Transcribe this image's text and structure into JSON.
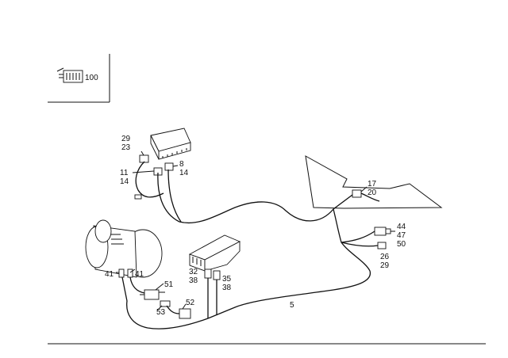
{
  "callouts": {
    "c100": "100",
    "c29": "29",
    "c23": "23",
    "c8": "8",
    "c14a": "14",
    "c11": "11",
    "c14b": "14",
    "c17": "17",
    "c20": "20",
    "c44": "44",
    "c47": "47",
    "c50": "50",
    "c26": "26",
    "c29b": "29",
    "c32": "32",
    "c38a": "38",
    "c35": "35",
    "c38b": "38",
    "c41a": "41",
    "c41b": "41",
    "c51": "51",
    "c52": "52",
    "c53": "53",
    "c5": "5"
  }
}
